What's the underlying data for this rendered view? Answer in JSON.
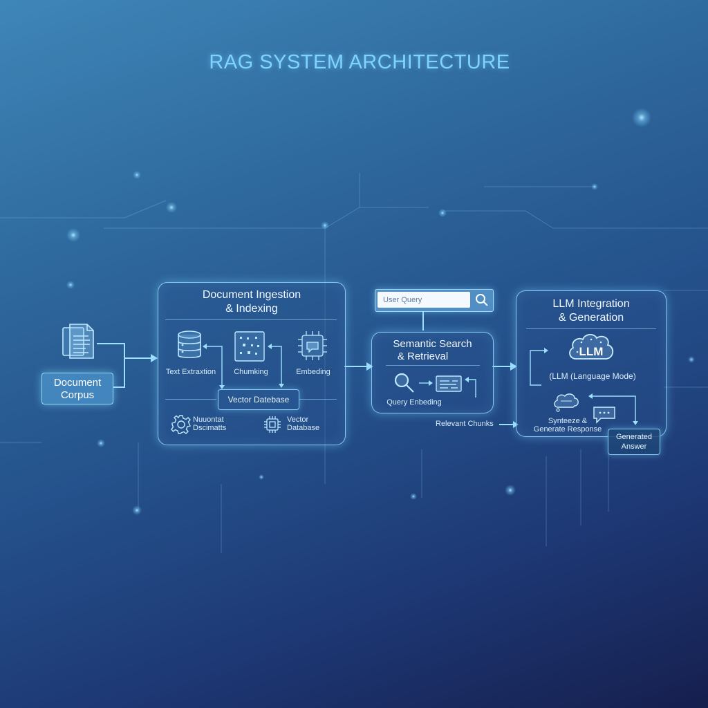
{
  "title": "RAG SYSTEM ARCHITECTURE",
  "document_corpus": {
    "label_line1": "Document",
    "label_line2": "Corpus",
    "icon": "document-stack-icon"
  },
  "ingestion": {
    "title_line1": "Document Ingestion",
    "title_line2": "& Indexing",
    "steps": [
      {
        "label": "Text Extraxtion",
        "icon": "database-icon"
      },
      {
        "label": "Chumking",
        "icon": "chunk-grid-icon"
      },
      {
        "label": "Embeding",
        "icon": "embedding-chip-icon"
      }
    ],
    "vector_db_label": "Vector Datebase",
    "footer": [
      {
        "line1": "Nuuontat",
        "line2": "Dscimatts",
        "icon": "gear-icon"
      },
      {
        "line1": "Vector",
        "line2": "Database",
        "icon": "chip-icon"
      }
    ]
  },
  "user_query": {
    "placeholder": "User Query",
    "icon": "search-icon"
  },
  "retrieval": {
    "title_line1": "Semantic Search",
    "title_line2": "& Retrieval",
    "query_label": "Query Enbeding",
    "icons": [
      "magnifier-icon",
      "embedding-card-icon"
    ]
  },
  "relevant_chunks": "Relevant Chunks",
  "generation": {
    "title_line1": "LLM Integration",
    "title_line2": "& Generation",
    "llm_badge": "LLM",
    "llm_label": "(LLM (Language Mode)",
    "synth_line1": "Synteeze &",
    "synth_line2": "Generate Response",
    "icons": [
      "brain-cloud-icon",
      "thought-bubble-icon",
      "chat-bubble-icon"
    ]
  },
  "generated_answer": {
    "line1": "Generated",
    "line2": "Answer"
  },
  "colors": {
    "accent": "#7fd3ff",
    "panel_border": "#96dcff",
    "bg_top": "#3f86b8",
    "bg_bottom": "#161f4e"
  }
}
